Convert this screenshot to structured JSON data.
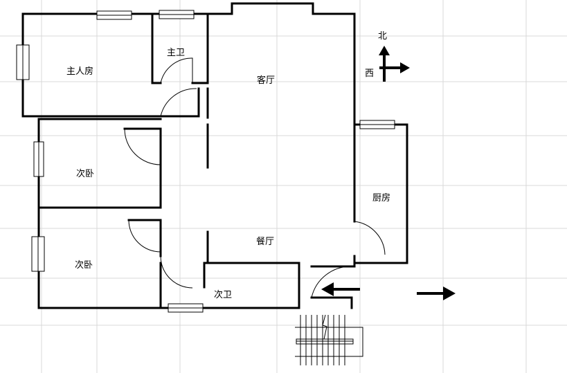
{
  "rooms": {
    "master_bedroom": "主人房",
    "master_bath": "主卫",
    "living_room": "客厅",
    "bedroom_2": "次卧",
    "bedroom_3": "次卧",
    "dining_room": "餐厅",
    "kitchen": "厨房",
    "second_bath": "次卫"
  },
  "compass": {
    "north": "北",
    "west": "西"
  },
  "icons": {
    "compass": "compass-arrow-icon",
    "entrance": "entrance-arrow-icon",
    "exit": "exit-arrow-icon",
    "stairs": "staircase-icon"
  }
}
